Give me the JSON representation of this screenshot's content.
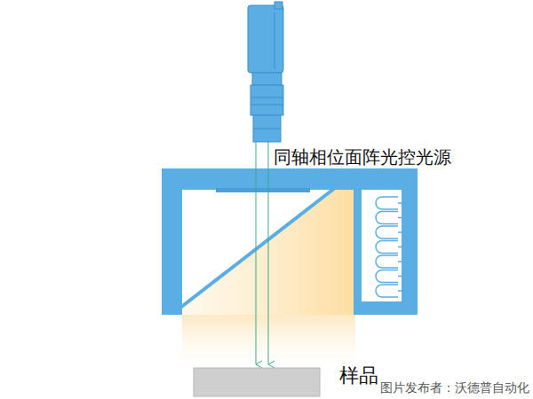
{
  "diagram": {
    "labels": [
      "同轴相位面阵光控光源",
      "样品",
      "图片发布者：沃德普自动化"
    ]
  }
}
